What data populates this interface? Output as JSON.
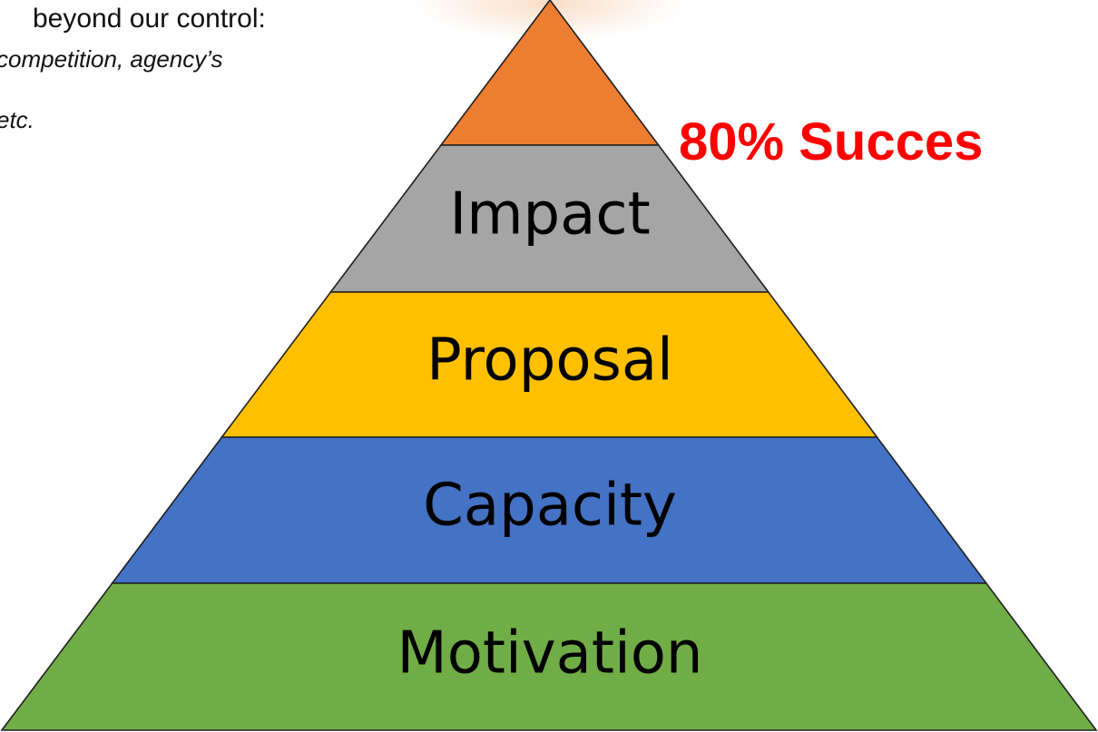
{
  "note": {
    "line1": "beyond our control:",
    "line2": "competition, agency’s",
    "line3": "etc."
  },
  "success_label": "80% Succes",
  "pyramid": {
    "layers": [
      {
        "label": "",
        "color": "#ED7D31"
      },
      {
        "label": "Impact",
        "color": "#A5A5A5"
      },
      {
        "label": "Proposal",
        "color": "#FFC000"
      },
      {
        "label": "Capacity",
        "color": "#4472C4"
      },
      {
        "label": "Motivation",
        "color": "#70AD47"
      }
    ],
    "outline_color": "#1f1f1f",
    "label_color": "#000000"
  }
}
